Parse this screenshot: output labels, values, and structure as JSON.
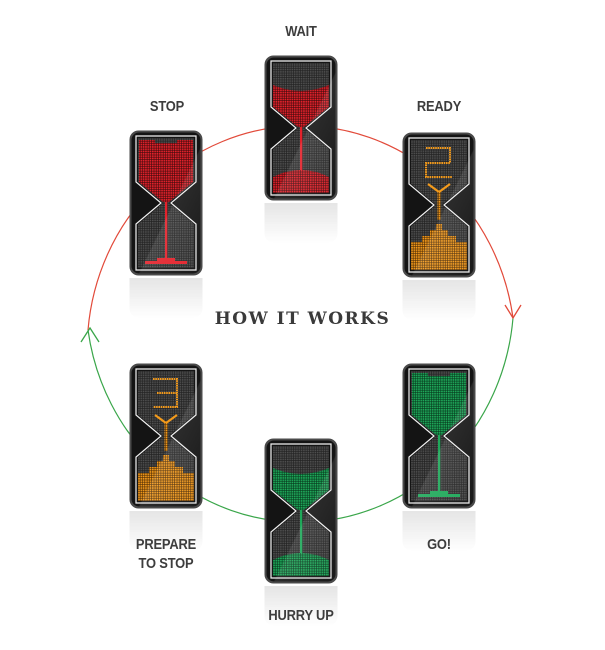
{
  "title": "HOW IT WORKS",
  "colors": {
    "red": "#e3222b",
    "amber": "#f39a1b",
    "green": "#1fa85a",
    "cycle_red": "#e24a3a",
    "cycle_green": "#3aa64a",
    "text": "#3d3d3d"
  },
  "states": [
    {
      "id": "wait",
      "label_lines": [
        "WAIT"
      ],
      "color": "red",
      "display": "hourglass-half-top"
    },
    {
      "id": "ready",
      "label_lines": [
        "READY"
      ],
      "color": "amber",
      "display": "countdown",
      "digit": "2"
    },
    {
      "id": "go",
      "label_lines": [
        "GO!"
      ],
      "color": "green",
      "display": "hourglass-full-top"
    },
    {
      "id": "hurry-up",
      "label_lines": [
        "HURRY UP"
      ],
      "color": "green",
      "display": "hourglass-half-top"
    },
    {
      "id": "prepare-to-stop",
      "label_lines": [
        "PREPARE",
        "TO STOP"
      ],
      "color": "amber",
      "display": "countdown",
      "digit": "3"
    },
    {
      "id": "stop",
      "label_lines": [
        "STOP"
      ],
      "color": "red",
      "display": "hourglass-full-top"
    }
  ],
  "labels": {
    "wait": "WAIT",
    "ready": "READY",
    "go": "GO!",
    "hurry_up": "HURRY UP",
    "prepare_line1": "PREPARE",
    "prepare_line2": "TO STOP",
    "stop": "STOP"
  },
  "digits": {
    "ready": "2",
    "prepare": "3"
  },
  "cycle": {
    "direction": "clockwise",
    "arrows": [
      {
        "position": "right",
        "color": "red-to-green",
        "points": "down"
      },
      {
        "position": "left",
        "color": "green-to-red",
        "points": "up"
      }
    ]
  }
}
